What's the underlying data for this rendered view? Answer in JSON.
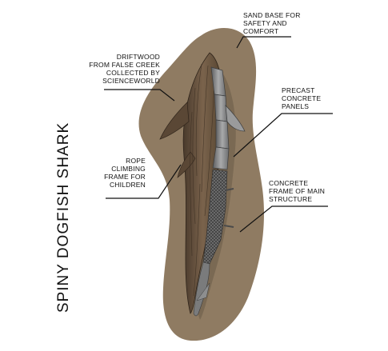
{
  "diagram": {
    "title": "SPINY DOGFISH SHARK",
    "labels": {
      "sand_base": "SAND BASE FOR\nSAFETY AND\nCOMFORT",
      "driftwood": "DRIFTWOOD\nFROM FALSE CREEK\nCOLLECTED BY\nSCIENCEWORLD",
      "precast_panels": "PRECAST\nCONCRETE\nPANELS",
      "rope_frame": "ROPE\nCLIMBING\nFRAME FOR\nCHILDREN",
      "concrete_frame": "CONCRETE\nFRAME OF MAIN\nSTRUCTURE"
    },
    "colors": {
      "sand": "#8f7b62",
      "wood": "#6b5440",
      "concrete": "#8a8b8c",
      "line": "#111111"
    }
  }
}
